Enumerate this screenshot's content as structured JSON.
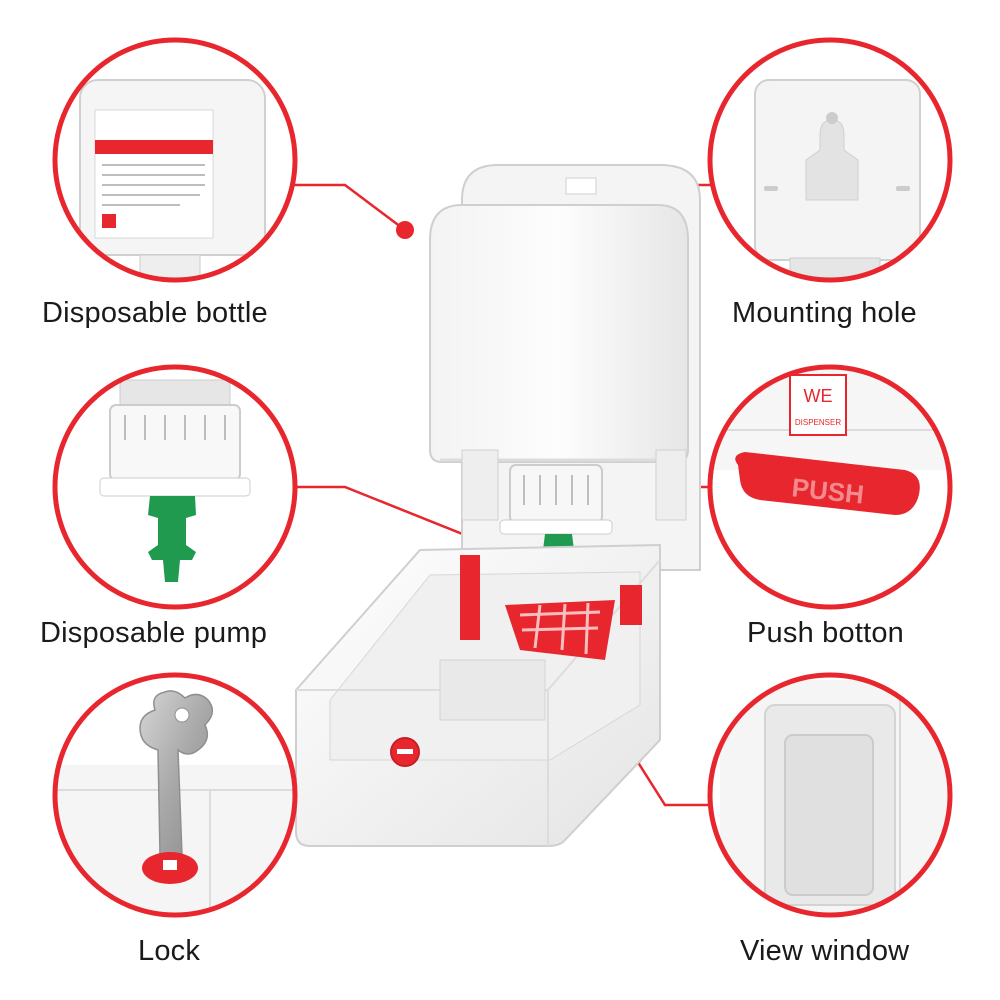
{
  "callouts": {
    "bottle": {
      "caption": "Disposable bottle"
    },
    "mount": {
      "caption": "Mounting hole"
    },
    "pump": {
      "caption": "Disposable pump"
    },
    "push": {
      "caption": "Push botton",
      "button_text": "PUSH",
      "logo_text": "WE",
      "logo_subtext": "DISPENSER"
    },
    "lock": {
      "caption": "Lock"
    },
    "view": {
      "caption": "View window"
    }
  },
  "colors": {
    "accent": "#e8262e",
    "pump_green": "#1f9a4f",
    "body_white": "#f6f6f6",
    "text": "#1a1a1a"
  }
}
